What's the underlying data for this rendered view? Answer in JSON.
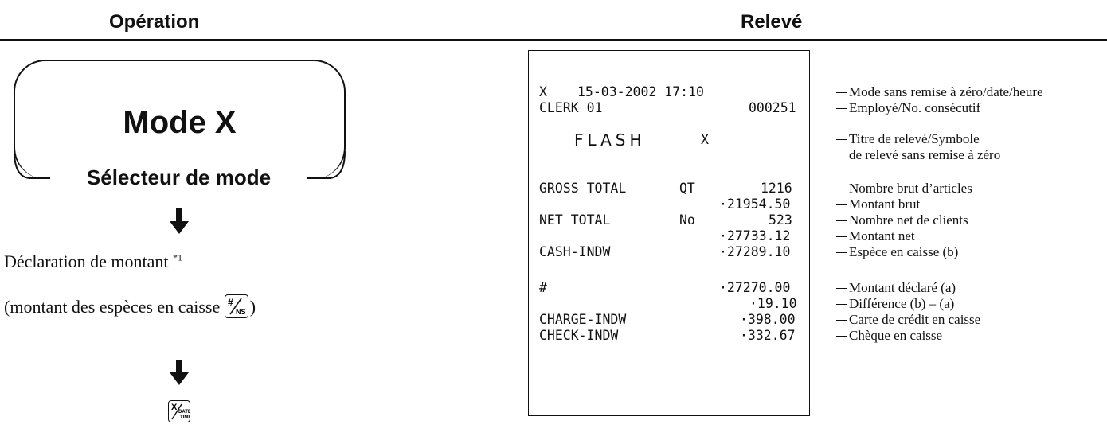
{
  "headers": {
    "operation": "Opération",
    "report": "Relevé"
  },
  "mode": {
    "title": "Mode X",
    "selector": "Sélecteur de mode"
  },
  "steps": {
    "declaration": "Déclaration de montant",
    "footnote": "*1",
    "cash_prefix": "(montant des espèces en caisse",
    "cash_suffix": ")",
    "ns_key_label": "#/NS",
    "date_key_label": "X/DATE TIME"
  },
  "receipt": {
    "line1_mode": "X",
    "line1_datetime": "15-03-2002 17:10",
    "clerk": "CLERK 01",
    "consecutive": "000251",
    "flash": "FLASH",
    "flash_symbol": "X",
    "gross_label": "GROSS TOTAL",
    "gross_qt": "QT",
    "gross_count": "1216",
    "gross_amount": "·21954.50",
    "net_label": "NET TOTAL",
    "net_no": "No",
    "net_count": "523",
    "net_amount": "·27733.12",
    "cash_label": "CASH-INDW",
    "cash_amount": "·27289.10",
    "hash_label": "#",
    "declared_amount": "·27270.00",
    "difference": "·19.10",
    "charge_label": "CHARGE-INDW",
    "charge_amount": "·398.00",
    "check_label": "CHECK-INDW",
    "check_amount": "·332.67"
  },
  "annotations": [
    "Mode sans remise à zéro/date/heure",
    "Employé/No. consécutif",
    "Titre de relevé/Symbole",
    "de relevé sans remise à zéro",
    "Nombre brut d’articles",
    "Montant brut",
    "Nombre net de clients",
    "Montant net",
    "Espèce en caisse (b)",
    "Montant déclaré (a)",
    "Différence (b) – (a)",
    "Carte de crédit en caisse",
    "Chèque en caisse"
  ]
}
